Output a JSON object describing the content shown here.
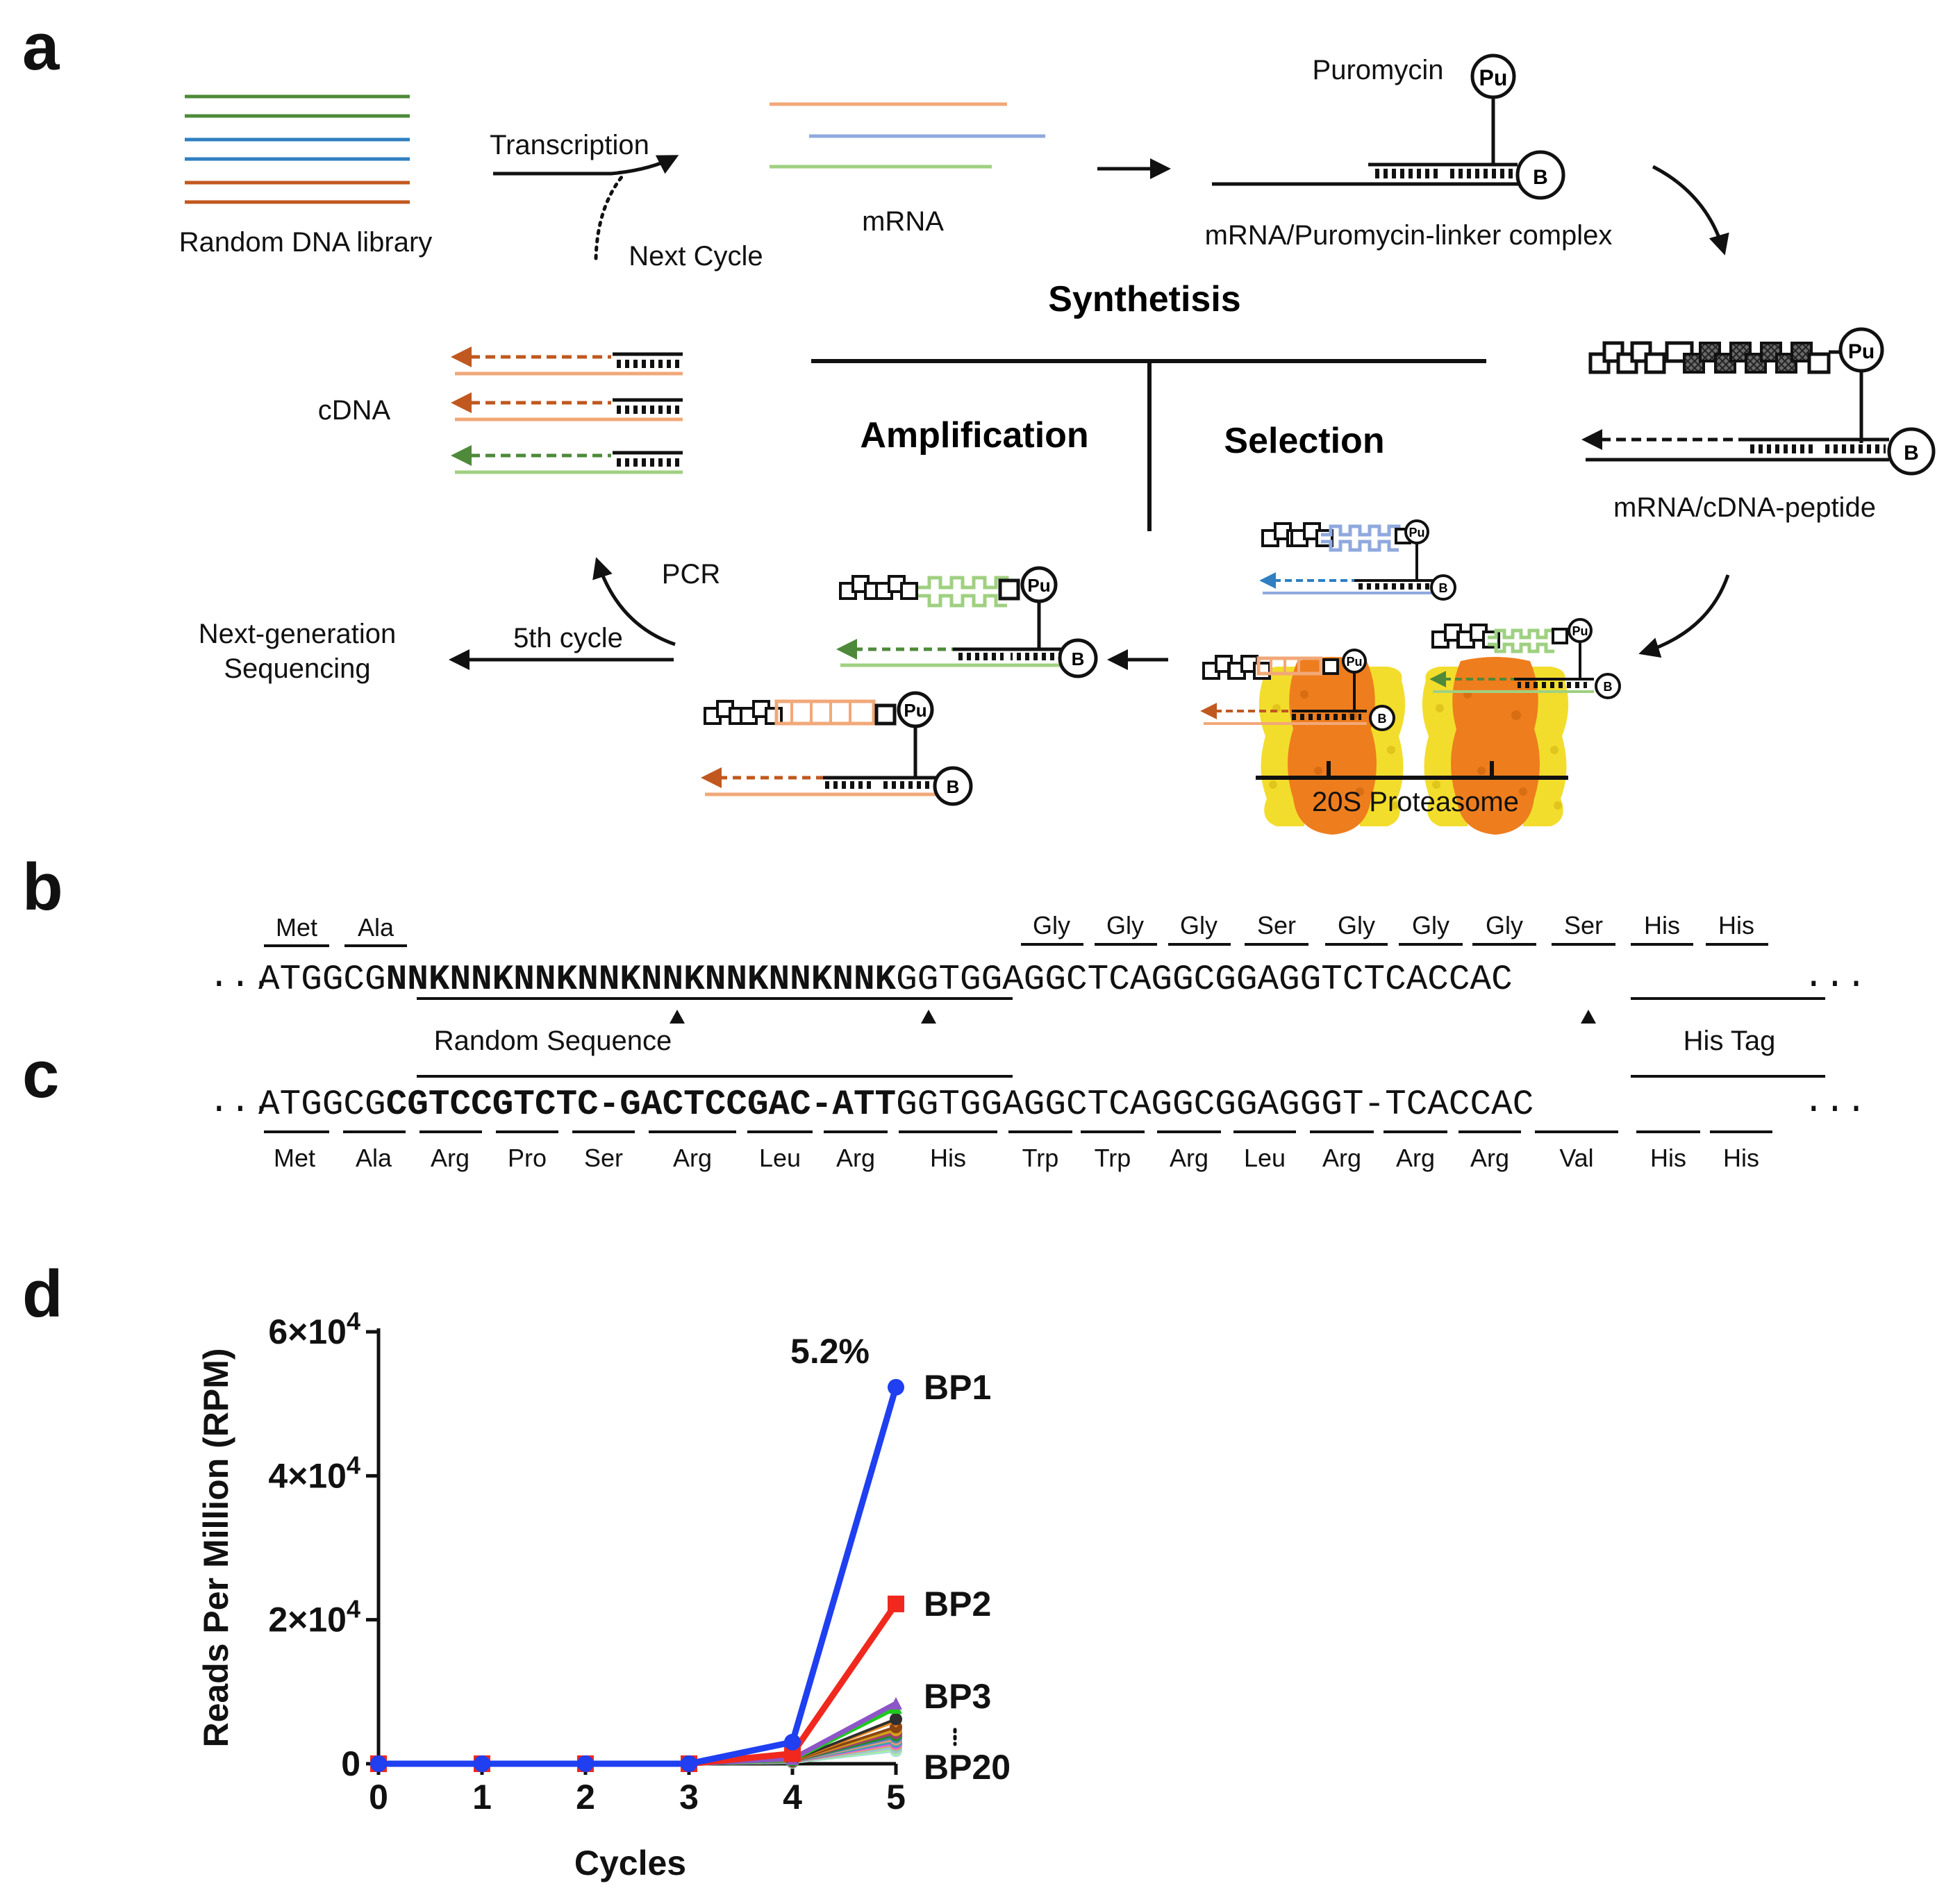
{
  "panels": {
    "a": "a",
    "b": "b",
    "c": "c",
    "d": "d"
  },
  "panel_a": {
    "labels": {
      "random_dna_library": "Random DNA library",
      "transcription": "Transcription",
      "next_cycle": "Next Cycle",
      "mrna": "mRNA",
      "puromycin": "Puromycin",
      "complex": "mRNA/Puromycin-linker complex",
      "synthesis": "Synthetisis",
      "amplification": "Amplification",
      "selection": "Selection",
      "cdna": "cDNA",
      "mrna_cdna_peptide": "mRNA/cDNA-peptide",
      "pcr": "PCR",
      "fifth_cycle": "5th cycle",
      "ngs_line1": "Next-generation",
      "ngs_line2": "Sequencing",
      "proteasome": "20S Proteasome"
    },
    "badges": {
      "puromycin": "Pu",
      "biotin": "B"
    },
    "colors": {
      "green": "#4e8a3a",
      "blue": "#2f7fc1",
      "orange": "#c0581f",
      "light_orange": "#f2a878",
      "light_blue": "#8fa9de",
      "light_green": "#9fd081",
      "proteasome_core": "#ee7d1d",
      "proteasome_outer": "#f2dd2c"
    }
  },
  "panel_b": {
    "ellipsis": "...",
    "prefix": "ATGGCG",
    "random": "NNKNNKNNKNNKNNKNNKNNKNNK",
    "suffix": "GGTGGAGGCTCAGGCGGAGGTCTCACCAC",
    "aa_top": [
      "Met",
      "Ala",
      "Gly",
      "Gly",
      "Gly",
      "Ser",
      "Gly",
      "Gly",
      "Gly",
      "Ser",
      "His",
      "His"
    ],
    "random_label": "Random Sequence",
    "his_tag_label": "His Tag"
  },
  "panel_c": {
    "ellipsis": "...",
    "prefix": "ATGGCG",
    "selected": "CGTCCGTCTC-GACTCCGAC-ATT",
    "suffix": "GGTGGAGGCTCAGGCGGAGGGT-TCACCAC",
    "aa_bottom": [
      "Met",
      "Ala",
      "Arg",
      "Pro",
      "Ser",
      "Arg",
      "Leu",
      "Arg",
      "His",
      "Trp",
      "Trp",
      "Arg",
      "Leu",
      "Arg",
      "Arg",
      "Arg",
      "Val",
      "His",
      "His"
    ]
  },
  "chart_data": {
    "type": "line",
    "xlabel": "Cycles",
    "ylabel": "Reads Per Million (RPM)",
    "x": [
      0,
      1,
      2,
      3,
      4,
      5
    ],
    "xlim": [
      0,
      5
    ],
    "ylim": [
      0,
      60000
    ],
    "yticks": [
      {
        "value": 0,
        "base": "0",
        "exp": ""
      },
      {
        "value": 20000,
        "base": "2×10",
        "exp": "4"
      },
      {
        "value": 40000,
        "base": "4×10",
        "exp": "4"
      },
      {
        "value": 60000,
        "base": "6×10",
        "exp": "4"
      }
    ],
    "annotation": "5.2%",
    "series": [
      {
        "name": "BP1",
        "color": "#1f3ff0",
        "marker": "circle",
        "values": [
          0,
          0,
          0,
          0,
          3000,
          52300
        ]
      },
      {
        "name": "BP2",
        "color": "#f0281e",
        "marker": "square",
        "values": [
          0,
          0,
          0,
          0,
          1400,
          22200
        ]
      },
      {
        "name": "BP3",
        "color": "#8d55c7",
        "marker": "triangle",
        "values": [
          0,
          0,
          0,
          0,
          700,
          8400
        ]
      },
      {
        "color": "#1ec81e",
        "marker": "triangle",
        "values": [
          0,
          0,
          0,
          0,
          600,
          7800
        ]
      },
      {
        "color": "#2f2f2f",
        "marker": "circle",
        "values": [
          0,
          0,
          0,
          0,
          500,
          6200
        ]
      },
      {
        "color": "#f08c1e",
        "marker": "diamond",
        "values": [
          0,
          0,
          0,
          0,
          450,
          5900
        ]
      },
      {
        "color": "#8b4513",
        "marker": "circle",
        "values": [
          0,
          0,
          0,
          0,
          420,
          5100
        ]
      },
      {
        "color": "#d4a017",
        "marker": "circle",
        "values": [
          0,
          0,
          0,
          0,
          400,
          4700
        ]
      },
      {
        "color": "#a04070",
        "marker": "circle",
        "values": [
          0,
          0,
          0,
          0,
          380,
          4300
        ]
      },
      {
        "color": "#228b22",
        "marker": "circle",
        "values": [
          0,
          0,
          0,
          0,
          360,
          4000
        ]
      },
      {
        "color": "#4682b4",
        "marker": "circle",
        "values": [
          0,
          0,
          0,
          0,
          340,
          3700
        ]
      },
      {
        "color": "#e9967a",
        "marker": "circle",
        "values": [
          0,
          0,
          0,
          0,
          320,
          3400
        ]
      },
      {
        "color": "#20b2aa",
        "marker": "circle",
        "values": [
          0,
          0,
          0,
          0,
          300,
          3200
        ]
      },
      {
        "color": "#9370db",
        "marker": "circle",
        "values": [
          0,
          0,
          0,
          0,
          280,
          3000
        ]
      },
      {
        "color": "#ff69b4",
        "marker": "circle",
        "values": [
          0,
          0,
          0,
          0,
          260,
          2800
        ]
      },
      {
        "color": "#bdb76b",
        "marker": "circle",
        "values": [
          0,
          0,
          0,
          0,
          240,
          2600
        ]
      },
      {
        "color": "#87ceeb",
        "marker": "circle",
        "values": [
          0,
          0,
          0,
          0,
          220,
          2400
        ]
      },
      {
        "color": "#c0c0c0",
        "marker": "circle",
        "values": [
          0,
          0,
          0,
          0,
          200,
          2200
        ]
      },
      {
        "color": "#98fb98",
        "marker": "circle",
        "values": [
          0,
          0,
          0,
          0,
          180,
          2000
        ]
      },
      {
        "name": "BP20",
        "color": "#add8e6",
        "marker": "circle",
        "values": [
          0,
          0,
          0,
          0,
          160,
          1800
        ]
      }
    ]
  }
}
